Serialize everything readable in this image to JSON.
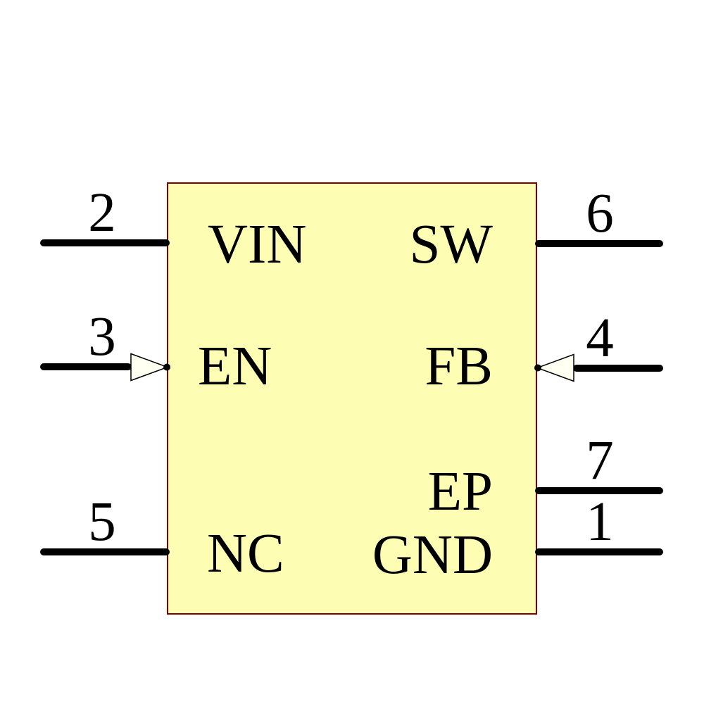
{
  "diagram": {
    "kind": "schematic-symbol",
    "colors": {
      "background": "#ffffff",
      "body_fill": "#fdfdb4",
      "body_border": "#7f0000",
      "wire": "#000000",
      "arrow_fill": "#fffff2",
      "text": "#000000"
    }
  },
  "pins": {
    "left": [
      {
        "number": "2",
        "label": "VIN",
        "arrow": false
      },
      {
        "number": "3",
        "label": "EN",
        "arrow": true
      },
      {
        "number": "5",
        "label": "NC",
        "arrow": false
      }
    ],
    "right": [
      {
        "number": "6",
        "label": "SW",
        "arrow": false
      },
      {
        "number": "4",
        "label": "FB",
        "arrow": true
      },
      {
        "number": "7",
        "label": "EP",
        "arrow": false
      },
      {
        "number": "1",
        "label": "GND",
        "arrow": false
      }
    ]
  }
}
